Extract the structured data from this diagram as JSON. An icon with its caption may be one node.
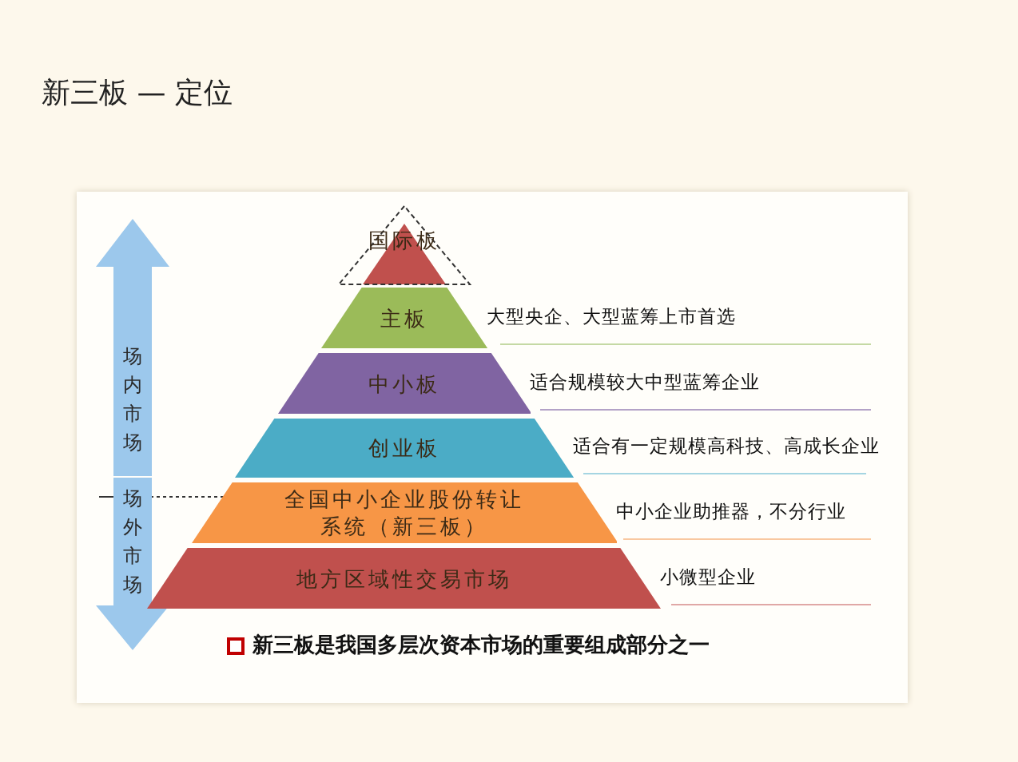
{
  "diagram": {
    "title": "新三板 — 定位",
    "nodes": [
      {
        "text": [
          "场内市场"
        ]
      },
      {
        "text": [
          "场外市场"
        ]
      },
      {
        "text": [
          "国际板"
        ]
      },
      {
        "text": [
          "主板"
        ],
        "beside": [
          "大型央企、大型蓝筹上市首选"
        ]
      },
      {
        "text": [
          "中小板"
        ],
        "beside": [
          "适合规模较大中型蓝筹企业"
        ]
      },
      {
        "text": [
          "创业板"
        ],
        "beside": [
          "适合有一定规模高科技、高成长企业"
        ]
      },
      {
        "text": [
          "全国中小企业股份转让系统（新三板）"
        ],
        "beside": [
          "中小企业助推器，不分行业"
        ]
      },
      {
        "text": [
          "地方区域性交易市场"
        ],
        "beside": [
          "小微型企业"
        ]
      }
    ],
    "edges": [],
    "labels": [
      "新三板是我国多层次资本市场的重要组成部分之一"
    ]
  }
}
